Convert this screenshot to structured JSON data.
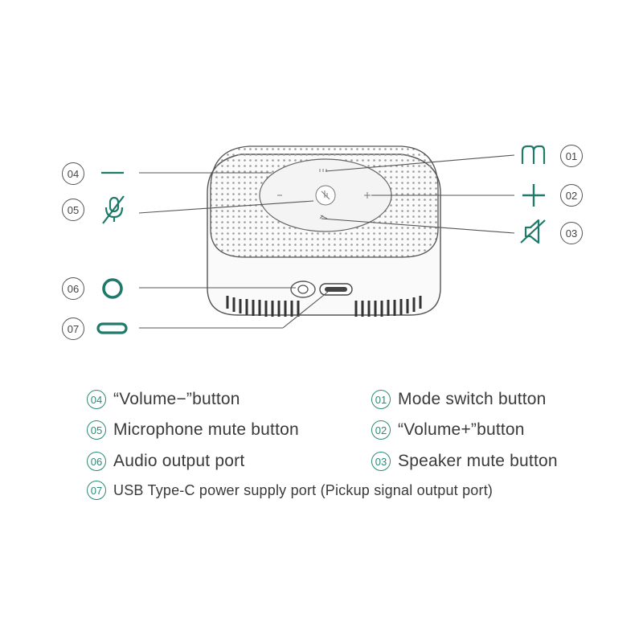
{
  "colors": {
    "accent": "#1f7a6a",
    "outline": "#555555",
    "device_light": "#f2f2f2"
  },
  "callouts": {
    "c01": "01",
    "c02": "02",
    "c03": "03",
    "c04": "04",
    "c05": "05",
    "c06": "06",
    "c07": "07"
  },
  "icons": {
    "c01": "mode-m-icon",
    "c02": "plus-icon",
    "c03": "speaker-mute-icon",
    "c04": "minus-icon",
    "c05": "mic-mute-icon",
    "c06": "circle-port-icon",
    "c07": "usb-c-icon"
  },
  "legend": {
    "left": [
      {
        "num": "04",
        "text": "“Volume−”button"
      },
      {
        "num": "05",
        "text": "Microphone mute button"
      },
      {
        "num": "06",
        "text": "Audio output port"
      },
      {
        "num": "07",
        "text": "USB Type-C power supply port (Pickup signal output port)"
      }
    ],
    "right": [
      {
        "num": "01",
        "text": "Mode switch button"
      },
      {
        "num": "02",
        "text": "“Volume+”button"
      },
      {
        "num": "03",
        "text": "Speaker mute button"
      }
    ]
  }
}
